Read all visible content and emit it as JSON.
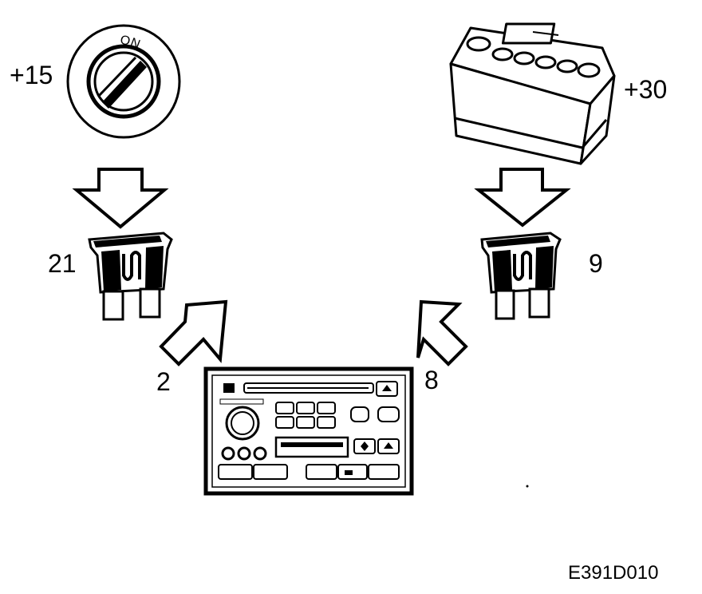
{
  "labels": {
    "ignition": "+15",
    "battery": "+30",
    "fuse_left": "21",
    "fuse_right": "9",
    "radio_pin_left": "2",
    "radio_pin_right": "8",
    "ignition_marking": "ON"
  },
  "figure_code": "E391D010"
}
